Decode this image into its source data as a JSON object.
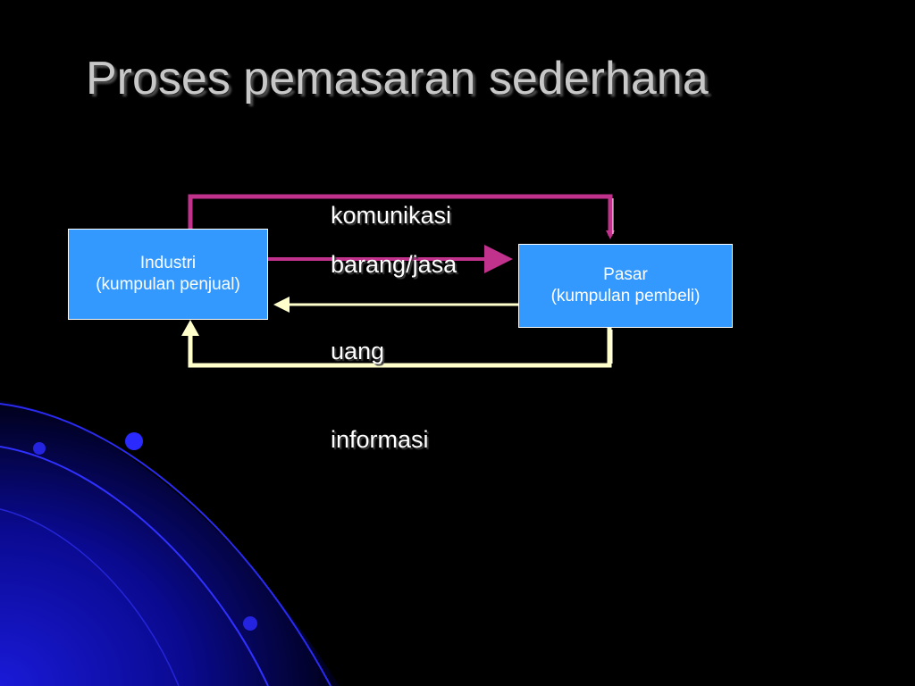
{
  "slide": {
    "title": "Proses pemasaran sederhana"
  },
  "diagram": {
    "industri": {
      "name": "Industri",
      "subtitle": "(kumpulan penjual)"
    },
    "pasar": {
      "name": "Pasar",
      "subtitle": "(kumpulan pembeli)"
    },
    "flows": [
      {
        "label": "komunikasi",
        "direction": "Industri -> Pasar",
        "color": "#c0328c"
      },
      {
        "label": "barang/jasa",
        "direction": "Industri -> Pasar",
        "color": "#c0328c"
      },
      {
        "label": "uang",
        "direction": "Pasar -> Industri",
        "color": "#ffffcc"
      },
      {
        "label": "informasi",
        "direction": "Pasar -> Industri",
        "color": "#ffffcc"
      }
    ]
  },
  "colors": {
    "background": "#000000",
    "box_fill": "#3399ff",
    "title_text": "#c8c8c8",
    "outgoing_arrow": "#c0328c",
    "return_arrow": "#ffffcc",
    "decor_blue": "#1010c8"
  }
}
